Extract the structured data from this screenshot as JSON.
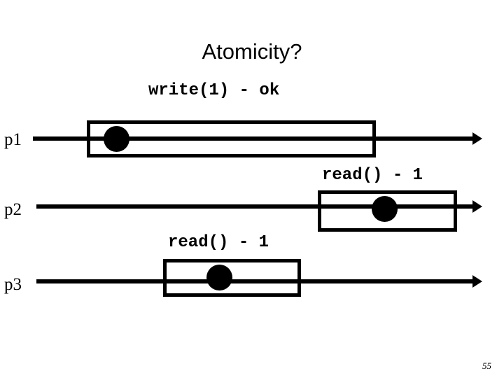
{
  "slide": {
    "title": "Atomicity?",
    "page_number": "55",
    "background_color": "#ffffff",
    "ink_color": "#000000"
  },
  "processes": [
    {
      "id": "p1",
      "label": "p1",
      "operation_label": "write(1) - ok",
      "operation": "write",
      "argument": "1",
      "result": "ok"
    },
    {
      "id": "p2",
      "label": "p2",
      "operation_label": "read() - 1",
      "operation": "read",
      "argument": "",
      "result": "1"
    },
    {
      "id": "p3",
      "label": "p3",
      "operation_label": "read() - 1",
      "operation": "read",
      "argument": "",
      "result": "1"
    }
  ]
}
